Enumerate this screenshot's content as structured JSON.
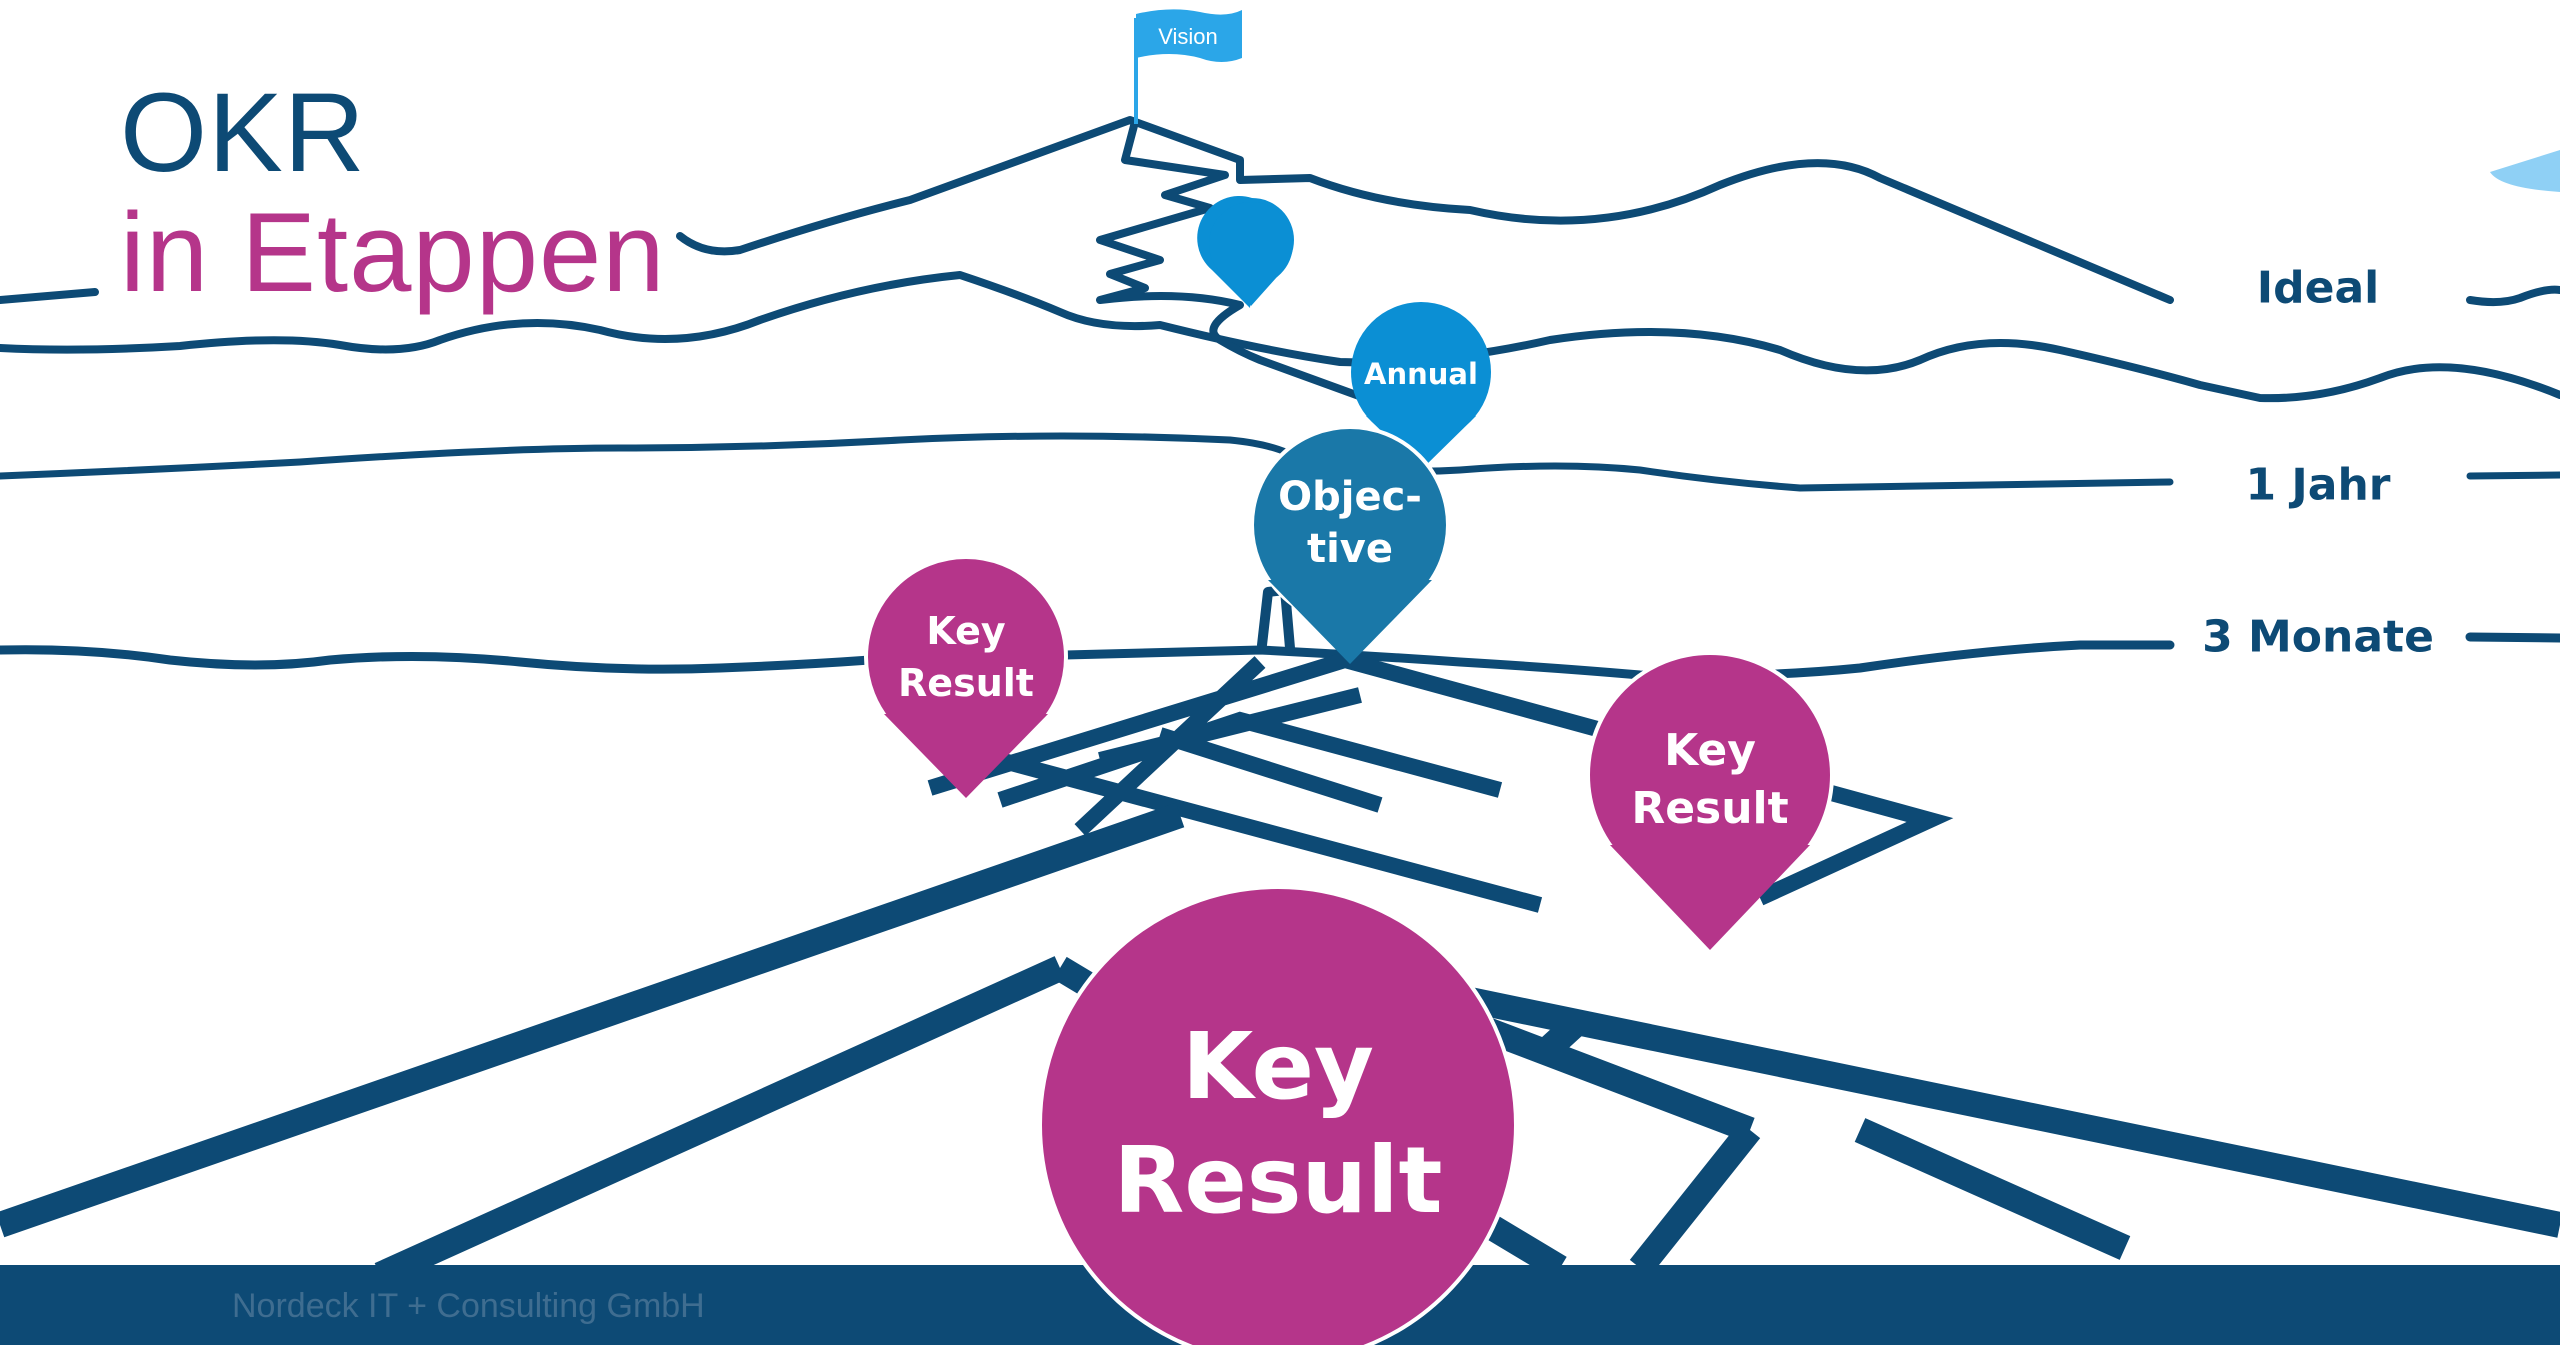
{
  "title": {
    "line1": "OKR",
    "line2": "in Etappen"
  },
  "vision_flag": "Vision",
  "levels": {
    "ideal": "Ideal",
    "year": "1 Jahr",
    "quarter": "3 Monate"
  },
  "pins": {
    "annual": "Annual",
    "objective": [
      "Objec-",
      "tive"
    ],
    "key_result_left": [
      "Key",
      "Result"
    ],
    "key_result_right": [
      "Key",
      "Result"
    ],
    "key_result_big": [
      "Key",
      "Result"
    ]
  },
  "footer": "Nordeck IT + Consulting GmbH",
  "colors": {
    "navy": "#0d4a75",
    "magenta": "#b5358a",
    "blue": "#0b8fd4",
    "teal": "#1a78a8",
    "flag": "#2ba6e8"
  }
}
